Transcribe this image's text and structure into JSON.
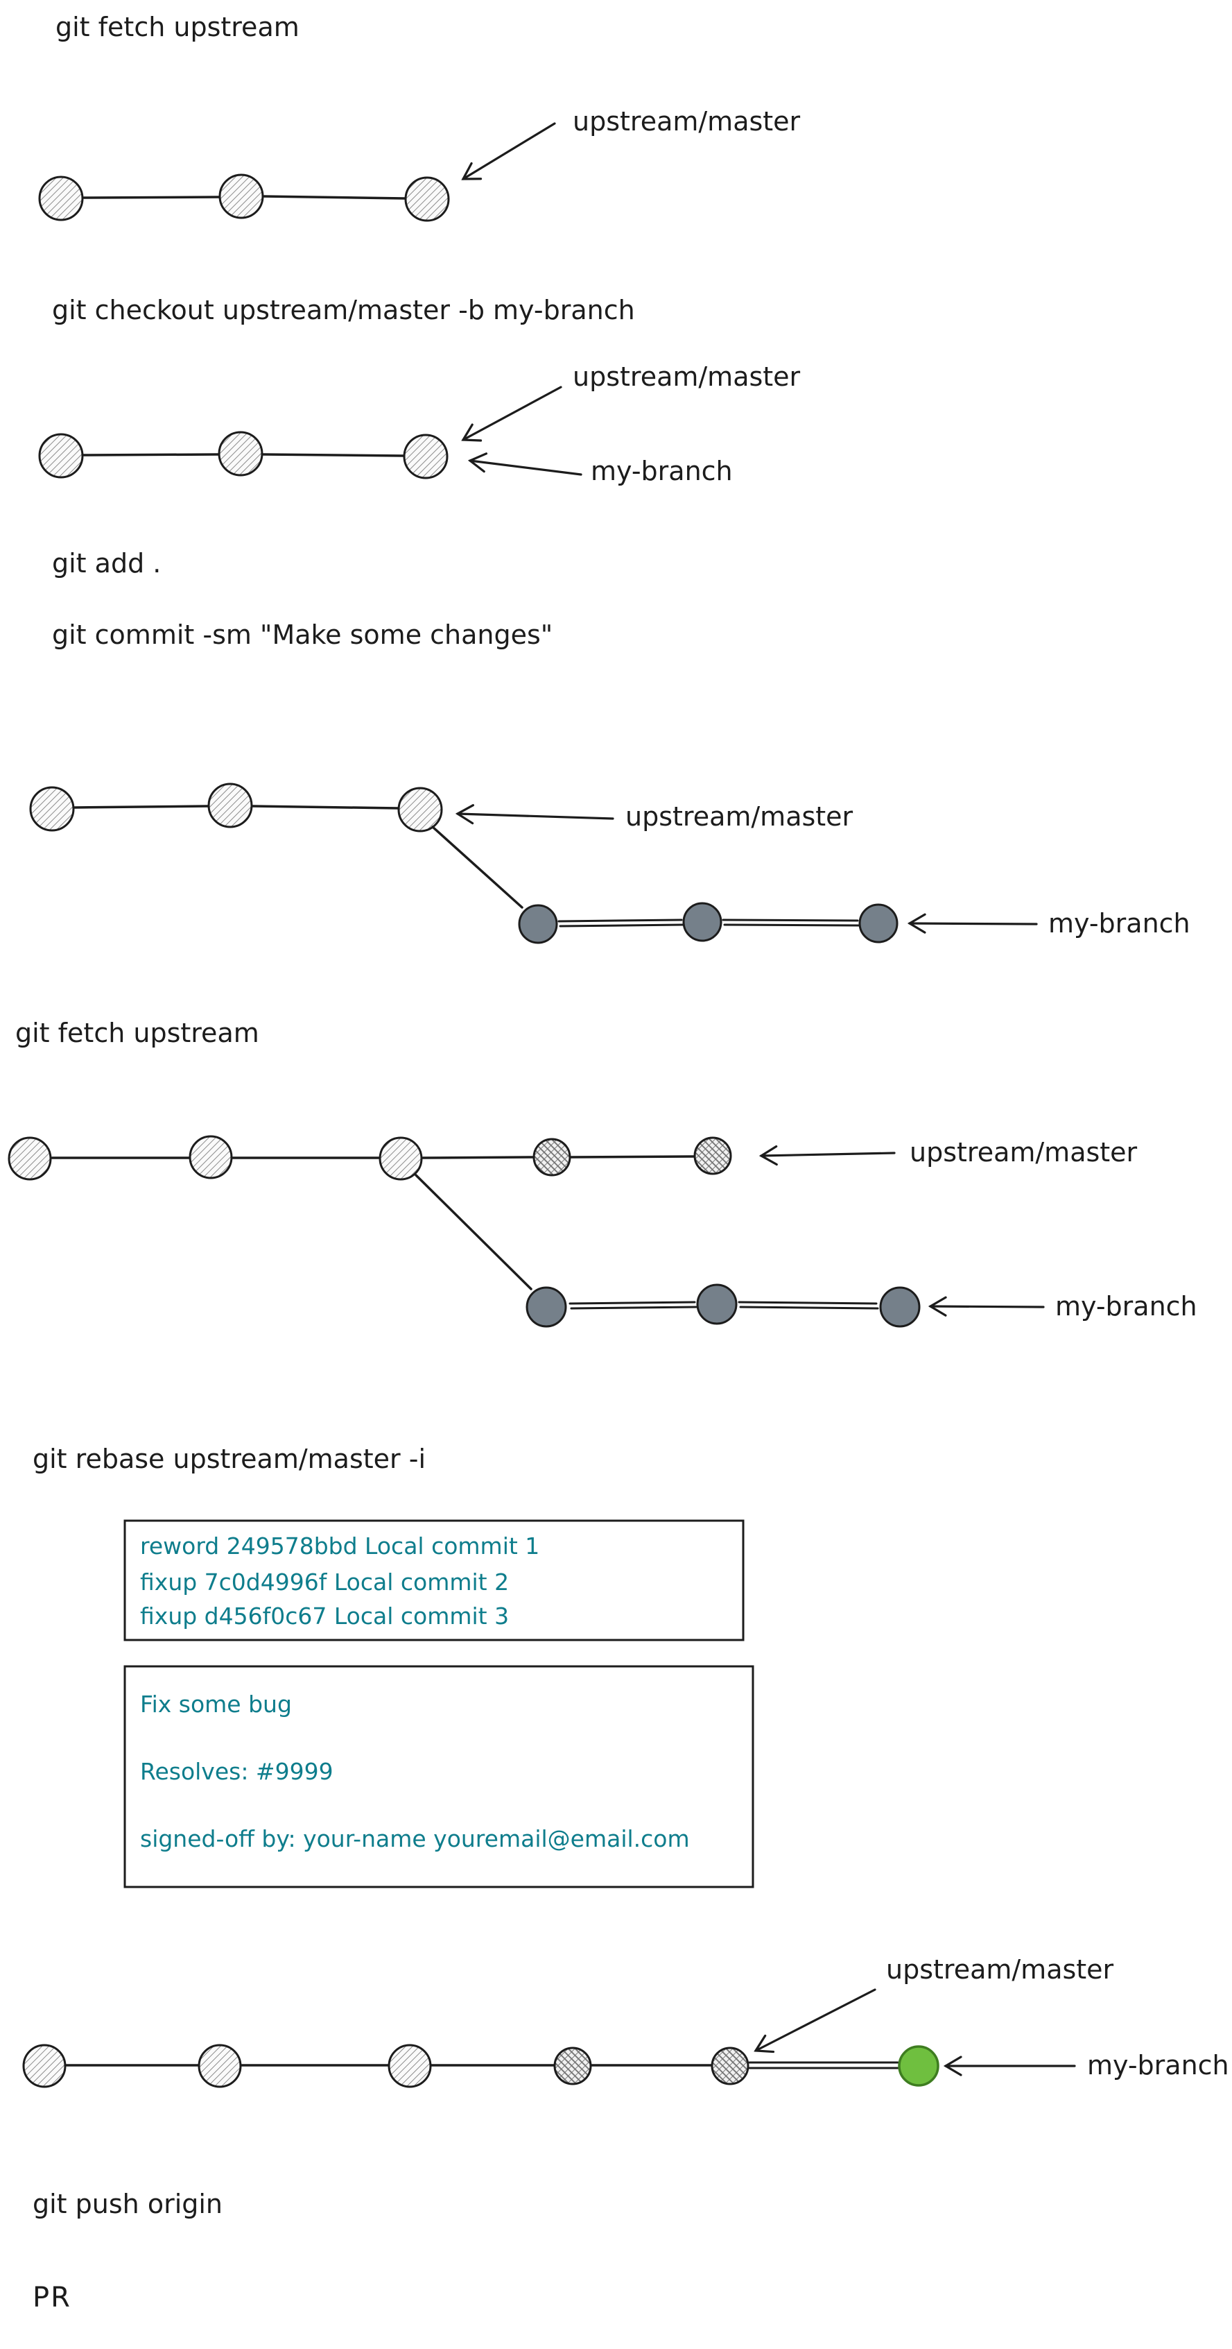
{
  "title": "git fork-and-rebase workflow diagram",
  "colors": {
    "ink": "#1c1c1c",
    "teal_text": "#0e7d8c",
    "hatched_commit_fill": "#f0f0f0",
    "local_commit_fill": "#75808a",
    "merged_commit_fill": "#6fbf3f",
    "merged_commit_stroke": "#3e7d20"
  },
  "commands": {
    "fetch_1": "git fetch upstream",
    "checkout": "git checkout upstream/master -b my-branch",
    "add": "git add .",
    "commit": "git commit -sm \"Make some changes\"",
    "fetch_2": "git fetch upstream",
    "rebase": "git rebase upstream/master -i",
    "push": "git push origin",
    "pr": "PR"
  },
  "branch_labels": {
    "upstream_master": "upstream/master",
    "my_branch": "my-branch"
  },
  "rebase_todo": {
    "lines": [
      "reword 249578bbd Local commit 1",
      "fixup 7c0d4996f Local commit 2",
      "fixup d456f0c67 Local commit 3"
    ]
  },
  "commit_message": {
    "lines": [
      "Fix some bug",
      "Resolves: #9999",
      "signed-off by: your-name youremail@email.com"
    ]
  }
}
